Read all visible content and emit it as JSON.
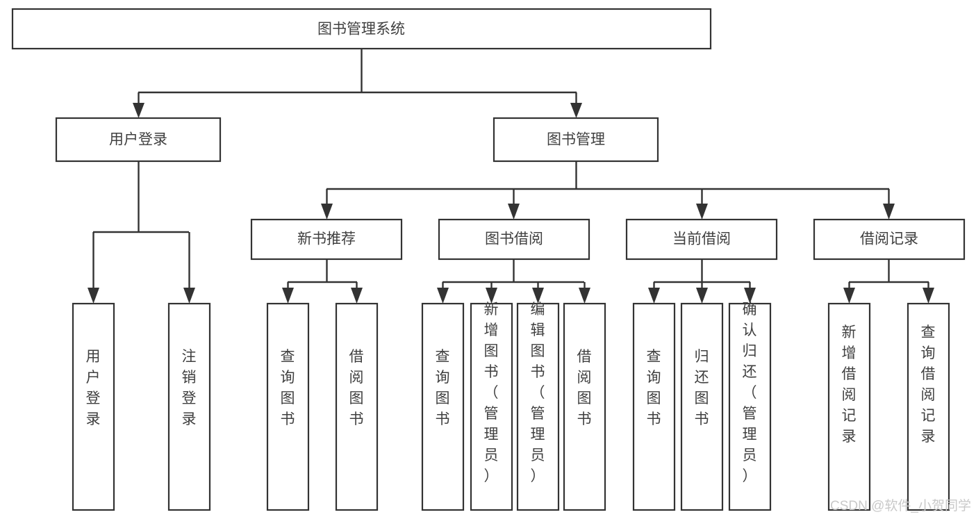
{
  "diagram": {
    "title": "图书管理系统",
    "type": "tree-hierarchy-chart",
    "stroke_color": "#333333",
    "text_color": "#3f3f3f",
    "background_color": "#ffffff",
    "root": {
      "label": "图书管理系统"
    },
    "level2": [
      {
        "label": "用户登录"
      },
      {
        "label": "图书管理"
      }
    ],
    "level3": [
      {
        "label": "新书推荐"
      },
      {
        "label": "图书借阅"
      },
      {
        "label": "当前借阅"
      },
      {
        "label": "借阅记录"
      }
    ],
    "leaves": {
      "user_login": [
        {
          "label": "用户登录"
        },
        {
          "label": "注销登录"
        }
      ],
      "new_book_recommend": [
        {
          "label": "查询图书"
        },
        {
          "label": "借阅图书"
        }
      ],
      "book_borrow": [
        {
          "label": "查询图书"
        },
        {
          "label": "新增图书（管理员）"
        },
        {
          "label": "编辑图书（管理员）"
        },
        {
          "label": "借阅图书"
        }
      ],
      "current_borrow": [
        {
          "label": "查询图书"
        },
        {
          "label": "归还图书"
        },
        {
          "label": "确认归还（管理员）"
        }
      ],
      "borrow_record": [
        {
          "label": "新增借阅记录"
        },
        {
          "label": "查询借阅记录"
        }
      ]
    }
  },
  "watermark": {
    "text": "CSDN @软件_小贺同学"
  }
}
